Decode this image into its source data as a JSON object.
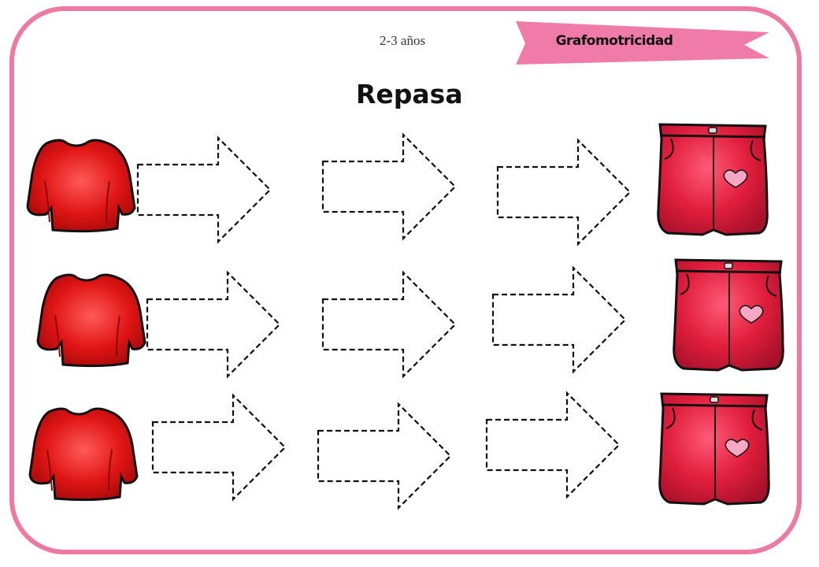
{
  "header": {
    "age_range": "2-3 años",
    "category": "Grafomotricidad",
    "title": "Repasa"
  },
  "colors": {
    "border": "#ec7aa3",
    "ribbon": "#f07aa8",
    "sweater": "#e01515",
    "pants": "#e01e3c",
    "heart": "#f6a7c4"
  },
  "rows": [
    {
      "start_item": "sweater",
      "arrows": 3,
      "end_item": "pants"
    },
    {
      "start_item": "sweater",
      "arrows": 3,
      "end_item": "pants"
    },
    {
      "start_item": "sweater",
      "arrows": 3,
      "end_item": "pants"
    }
  ]
}
